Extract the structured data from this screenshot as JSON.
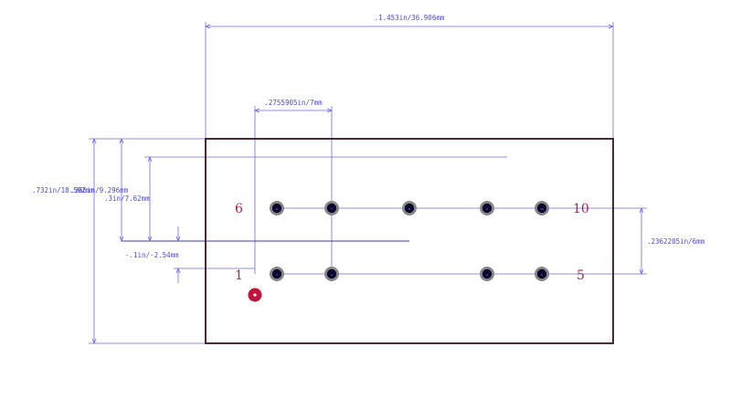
{
  "colors": {
    "dimension": "#6a6ae8",
    "body_outline": "#3a1020",
    "pin_label": "#b0204a",
    "pad_ring": "#888888",
    "pad_hole": "#0a0a30",
    "pin1_marker": "#c0143c"
  },
  "dimensions": {
    "overall_width": ".1.453in/36.906mm",
    "pin_pitch_x": ".2755905in/7mm",
    "overall_height": ".732in/18.592mm",
    "overlap_height": ".366in/9.296mm",
    "mid_height": ".3in/7.62mm",
    "small_offset": "-.1in/-2.54mm",
    "row_spacing": ".2362205in/6mm"
  },
  "pin_labels": {
    "top_left": "6",
    "top_right": "10",
    "bottom_left": "1",
    "bottom_right": "5"
  },
  "pads": {
    "top_row": [
      "6",
      "7",
      "8",
      "9",
      "10"
    ],
    "bottom_row": [
      "1",
      "2",
      "4",
      "5"
    ]
  }
}
